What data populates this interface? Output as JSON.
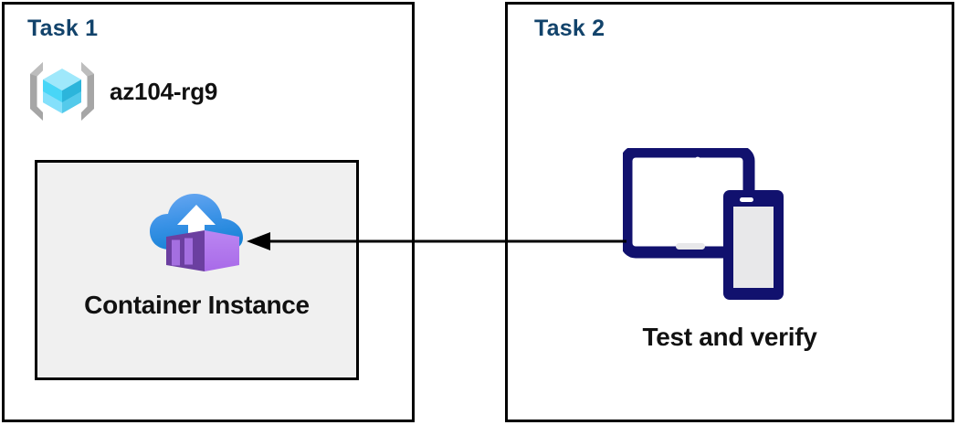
{
  "diagram": {
    "title": "Azure Container Instance deployment and verification",
    "background": "#ffffff",
    "panels": [
      {
        "id": "task1",
        "label": "Task 1",
        "label_color": "#12436b",
        "border_color": "#000000",
        "resource_group": {
          "icon": "azure-resource-group-icon",
          "name": "az104-rg9"
        },
        "resource": {
          "icon": "azure-container-instance-icon",
          "caption": "Container Instance",
          "box_fill": "#f0f0f0",
          "box_border": "#000000"
        }
      },
      {
        "id": "task2",
        "label": "Task 2",
        "label_color": "#12436b",
        "border_color": "#000000",
        "device": {
          "icon": "tablet-and-phone-icon",
          "caption": "Test and verify",
          "color": "#11116e"
        }
      }
    ],
    "connector": {
      "name": "task2-to-container-arrow",
      "from": "Test and verify",
      "to": "Container Instance",
      "direction": "right-to-left",
      "color": "#000000",
      "style": "solid-line-with-arrowhead"
    },
    "colors": {
      "task_label": "#12436b",
      "outline": "#000000",
      "resource_box_fill": "#f0f0f0",
      "cloud_blue_light": "#5ea0f0",
      "cloud_blue_dark": "#1b84d8",
      "container_purple_dark": "#6b3fa0",
      "container_purple_light": "#b478ee",
      "cube_cyan_light": "#9fe8fb",
      "cube_cyan_mid": "#3fd0f5",
      "cube_cyan_dark": "#22a2cc",
      "bracket_gray": "#a6a6a6",
      "device_navy": "#11116e",
      "device_screen_gray": "#e8e8ea"
    }
  }
}
